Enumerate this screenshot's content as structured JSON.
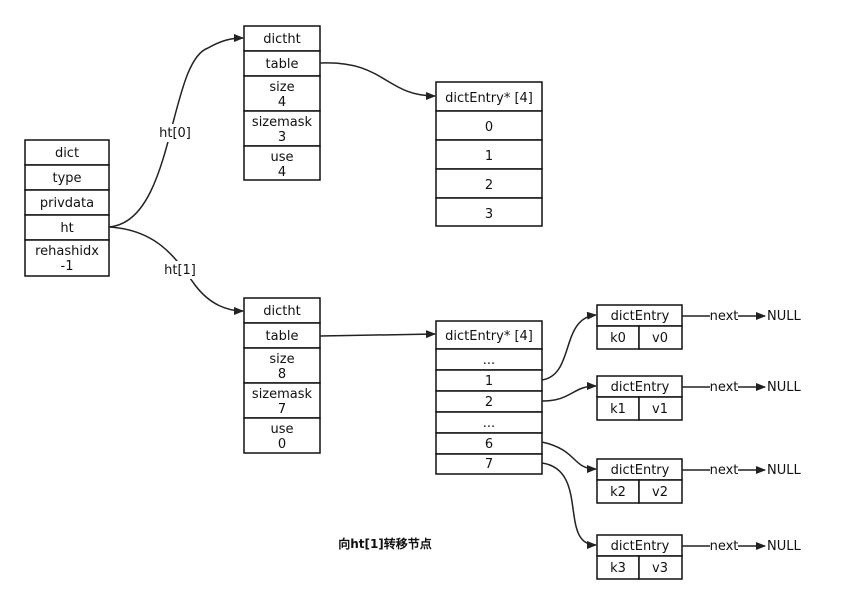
{
  "dict": {
    "title": "dict",
    "type": "type",
    "privdata": "privdata",
    "ht": "ht",
    "rehashidx": "rehashidx",
    "rehashidx_value": "-1"
  },
  "edges": {
    "ht0": "ht[0]",
    "ht1": "ht[1]",
    "next": "next",
    "null": "NULL"
  },
  "ht0": {
    "title": "dictht",
    "table": "table",
    "size_label": "size",
    "size": "4",
    "sizemask_label": "sizemask",
    "sizemask": "3",
    "used_label": "use",
    "used": "4"
  },
  "ht1": {
    "title": "dictht",
    "table": "table",
    "size_label": "size",
    "size": "8",
    "sizemask_label": "sizemask",
    "sizemask": "7",
    "used_label": "use",
    "used": "0"
  },
  "table0": {
    "title": "dictEntry* [4]",
    "cells": [
      "0",
      "1",
      "2",
      "3"
    ]
  },
  "table1": {
    "title": "dictEntry* [4]",
    "cells": [
      "...",
      "1",
      "2",
      "...",
      "6",
      "7"
    ]
  },
  "entries": [
    {
      "title": "dictEntry",
      "key": "k0",
      "value": "v0"
    },
    {
      "title": "dictEntry",
      "key": "k1",
      "value": "v1"
    },
    {
      "title": "dictEntry",
      "key": "k2",
      "value": "v2"
    },
    {
      "title": "dictEntry",
      "key": "k3",
      "value": "v3"
    }
  ],
  "caption": "向ht[1]转移节点"
}
